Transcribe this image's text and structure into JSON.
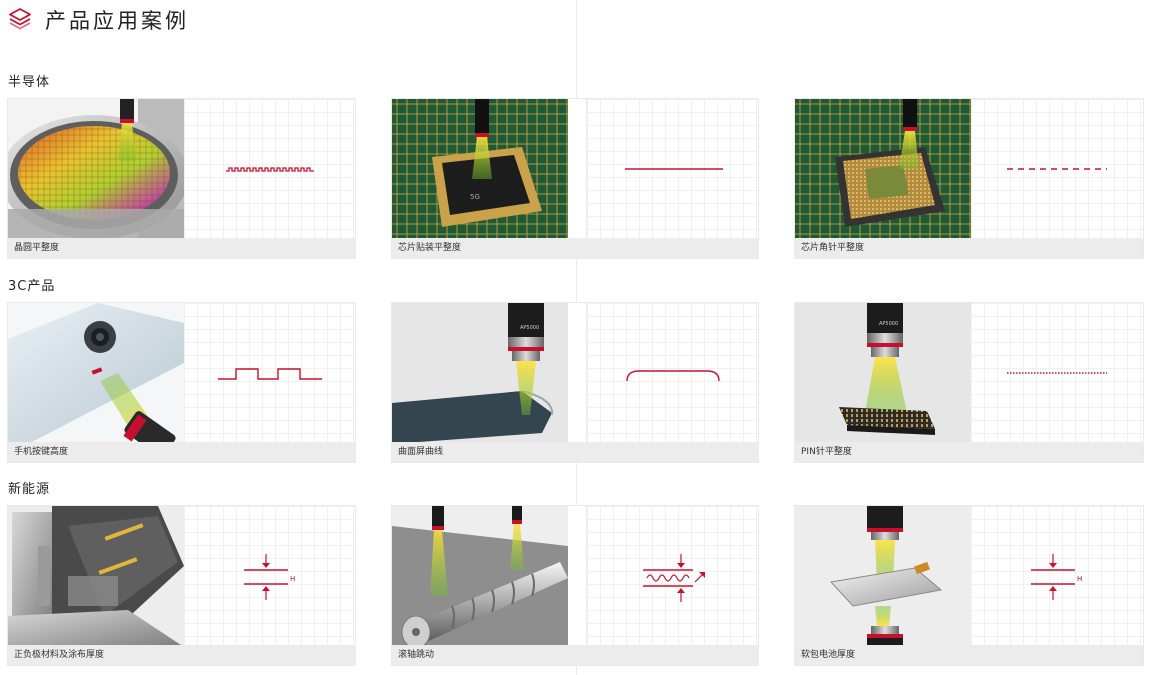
{
  "header": {
    "title": "产品应用案例",
    "icon": "layers-icon",
    "accent": "#c8102e"
  },
  "sections": [
    {
      "title": "半导体",
      "cases": [
        {
          "caption": "晶圆平整度",
          "signal": "square-wave-small"
        },
        {
          "caption": "芯片贴装平整度",
          "signal": "flat-line"
        },
        {
          "caption": "芯片角针平整度",
          "signal": "dashed-line"
        }
      ]
    },
    {
      "title": "3C产品",
      "cases": [
        {
          "caption": "手机按键高度",
          "signal": "square-wave-large"
        },
        {
          "caption": "曲面屏曲线",
          "signal": "curved-edge"
        },
        {
          "caption": "PIN针平整度",
          "signal": "dotted-line",
          "lens_label": "AP5000"
        }
      ]
    },
    {
      "title": "新能源",
      "cases": [
        {
          "caption": "正负极材料及涂布厚度",
          "signal": "thickness",
          "dim_label": "H"
        },
        {
          "caption": "滚轴跳动",
          "signal": "runout"
        },
        {
          "caption": "软包电池厚度",
          "signal": "thickness",
          "dim_label": "H"
        }
      ]
    }
  ],
  "overlay_labels": {
    "curved_lens": "AP5000",
    "chip_mark": "5G"
  }
}
